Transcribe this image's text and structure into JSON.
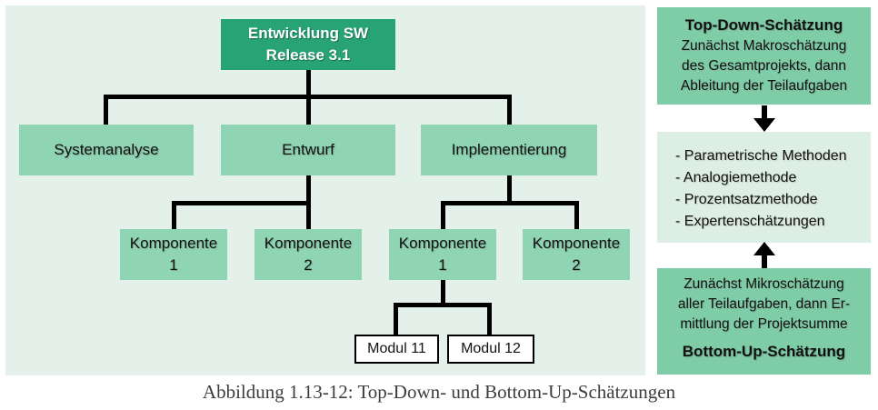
{
  "tree": {
    "root": "Entwicklung SW\nRelease 3.1",
    "level1": [
      "Systemanalyse",
      "Entwurf",
      "Implementierung"
    ],
    "entwurf_children": [
      "Komponente\n1",
      "Komponente\n2"
    ],
    "implementierung_children": [
      "Komponente\n1",
      "Komponente\n2"
    ],
    "modules": [
      "Modul 11",
      "Modul 12"
    ]
  },
  "right_panel": {
    "top_down": {
      "title": "Top-Down-Schätzung",
      "body": "Zunächst Makroschätzung\ndes Gesamtprojekts, dann\nAbleitung der Teilaufgaben"
    },
    "methods": [
      "- Parametrische Methoden",
      "- Analogiemethode",
      "- Prozentsatzmethode",
      "- Expertenschätzungen"
    ],
    "bottom_up": {
      "title": "Bottom-Up-Schätzung",
      "body": "Zunächst Mikroschätzung\naller Teilaufgaben, dann Er-\nmittlung der Projektsumme"
    }
  },
  "caption": "Abbildung 1.13-12: Top-Down- und Bottom-Up-Schätzungen",
  "colors": {
    "root_box": "#27a376",
    "tree_box": "#8fd5b3",
    "panel_bg": "#e4f1ea",
    "right_box": "#7ecda7",
    "methods_bg": "#ddeee4",
    "connector": "#000000",
    "caption_text": "#3d3d3d"
  }
}
